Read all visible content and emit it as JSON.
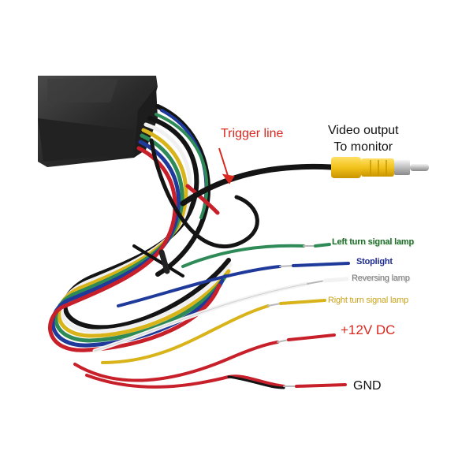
{
  "labels": {
    "trigger": "Trigger line",
    "video_line1": "Video output",
    "video_line2": "To monitor",
    "left_turn": "Left turn signal lamp",
    "stoplight": "Stoplight",
    "reversing": "Reversing lamp",
    "right_turn": "Right turn signal lamp",
    "v12": "+12V DC",
    "gnd": "GND"
  },
  "colors": {
    "trigger_red": "#d9281f",
    "wire_green": "#2e8b57",
    "wire_blue": "#1f3a9a",
    "wire_white": "#f2f2f2",
    "wire_yellow": "#d8b31a",
    "wire_red": "#c8202a",
    "wire_black": "#141414",
    "rca_yellow": "#f2c21b",
    "box": "#2d2d2d"
  }
}
